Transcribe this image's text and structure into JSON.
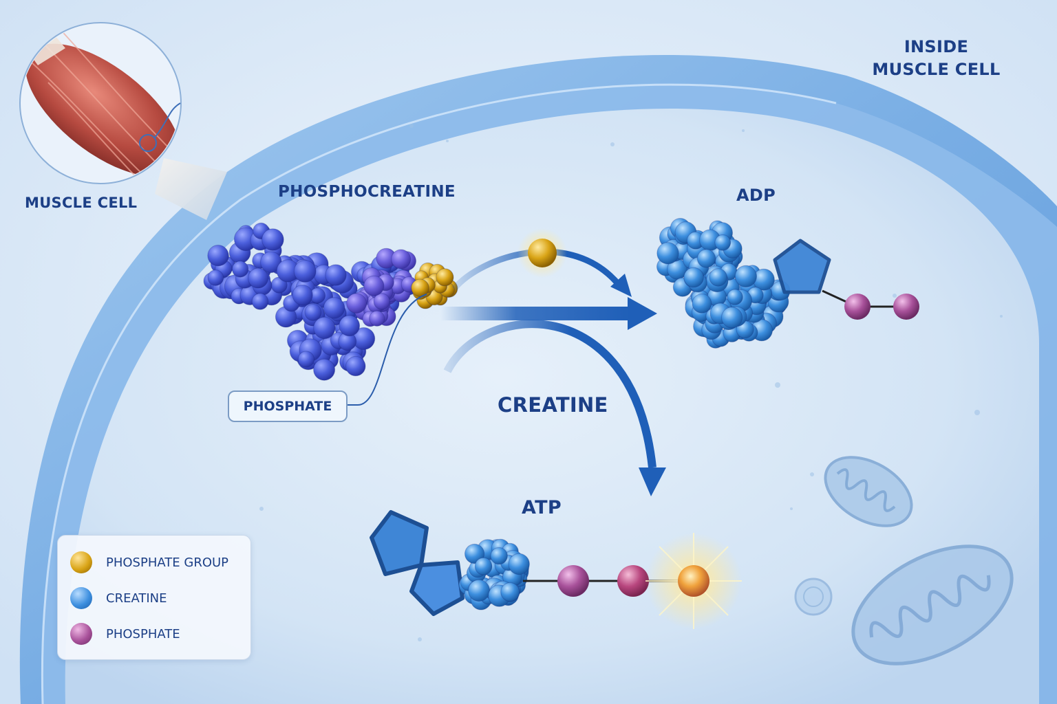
{
  "title": {
    "line1": "INSIDE",
    "line2": "MUSCLE CELL"
  },
  "labels": {
    "muscle_cell": "MUSCLE CELL",
    "phosphocreatine": "PHOSPHOCREATINE",
    "adp": "ADP",
    "creatine": "CREATINE",
    "atp": "ATP",
    "phosphate_callout": "PHOSPHATE"
  },
  "legend": {
    "items": [
      {
        "label": "PHOSPHATE GROUP",
        "color": "#d9a416"
      },
      {
        "label": "CREATINE",
        "color": "#3d8fdf"
      },
      {
        "label": "PHOSPHATE",
        "color": "#a8519a"
      }
    ]
  },
  "colors": {
    "phosphate_group": "#d9a416",
    "creatine": "#3d8fdf",
    "phosphate": "#a8519a",
    "phosphocreatine_body": "#4b5fdc",
    "arrow": "#1f5fb8",
    "label_text": "#1c3f86"
  }
}
